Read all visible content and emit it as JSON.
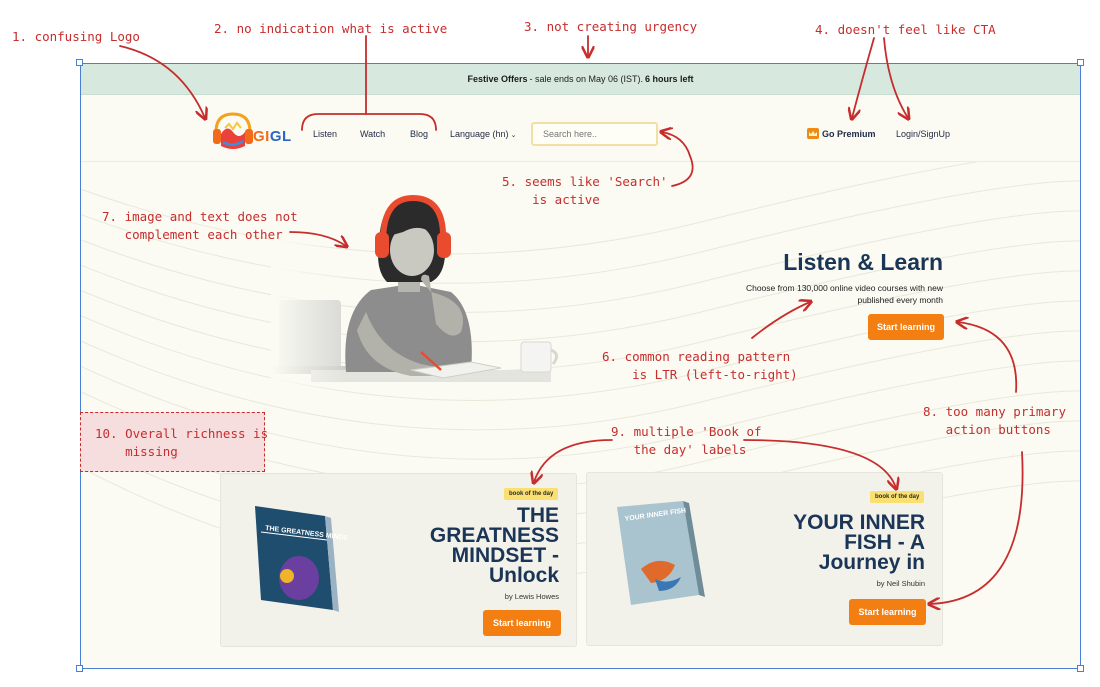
{
  "banner": {
    "offer_label": "Festive Offers",
    "offer_text": "- sale ends on May 06 (IST).",
    "countdown": "6 hours left"
  },
  "brand": {
    "logo_text_1": "GI",
    "logo_text_2": "GL"
  },
  "nav": {
    "items": [
      {
        "label": "Listen"
      },
      {
        "label": "Watch"
      },
      {
        "label": "Blog"
      },
      {
        "label": "Language (hn)"
      }
    ],
    "search_placeholder": "Search here..",
    "premium_label": "Go Premium",
    "login_label": "Login/SignUp"
  },
  "hero": {
    "title": "Listen & Learn",
    "subtitle": "Choose from 130,000 online video courses with new published every month",
    "cta_label": "Start learning"
  },
  "books": [
    {
      "badge": "book of the day",
      "title_lines": [
        "THE",
        "GREATNESS",
        "MINDSET -",
        "Unlock"
      ],
      "author": "by Lewis Howes",
      "cta_label": "Start learning",
      "cover_title": "THE GREATNESS MINDSET"
    },
    {
      "badge": "book of the day",
      "title_lines": [
        "YOUR INNER",
        "FISH - A",
        "Journey in"
      ],
      "author": "by Neil Shubin",
      "cta_label": "Start learning",
      "cover_title": "YOUR INNER FISH"
    }
  ],
  "annotations": [
    {
      "text": "1. confusing Logo"
    },
    {
      "text": "2. no indication what is active"
    },
    {
      "text": "3. not creating urgency"
    },
    {
      "text": "4. doesn't feel like CTA"
    },
    {
      "text": "5. seems like 'Search'\n    is active"
    },
    {
      "text": "6. common reading pattern\n    is LTR (left-to-right)"
    },
    {
      "text": "7. image and text does not\n   complement each other"
    },
    {
      "text": "8. too many primary\n   action buttons"
    },
    {
      "text": "9. multiple 'Book of\n   the day' labels"
    },
    {
      "text": "10. Overall richness is\n    missing"
    }
  ],
  "colors": {
    "accent_orange": "#f37f13",
    "title_navy": "#1b3556",
    "annotation_red": "#c62d2d",
    "frame_blue": "#4a7fd6",
    "banner_green": "#d7e9df",
    "badge_yellow": "#fadf71"
  }
}
